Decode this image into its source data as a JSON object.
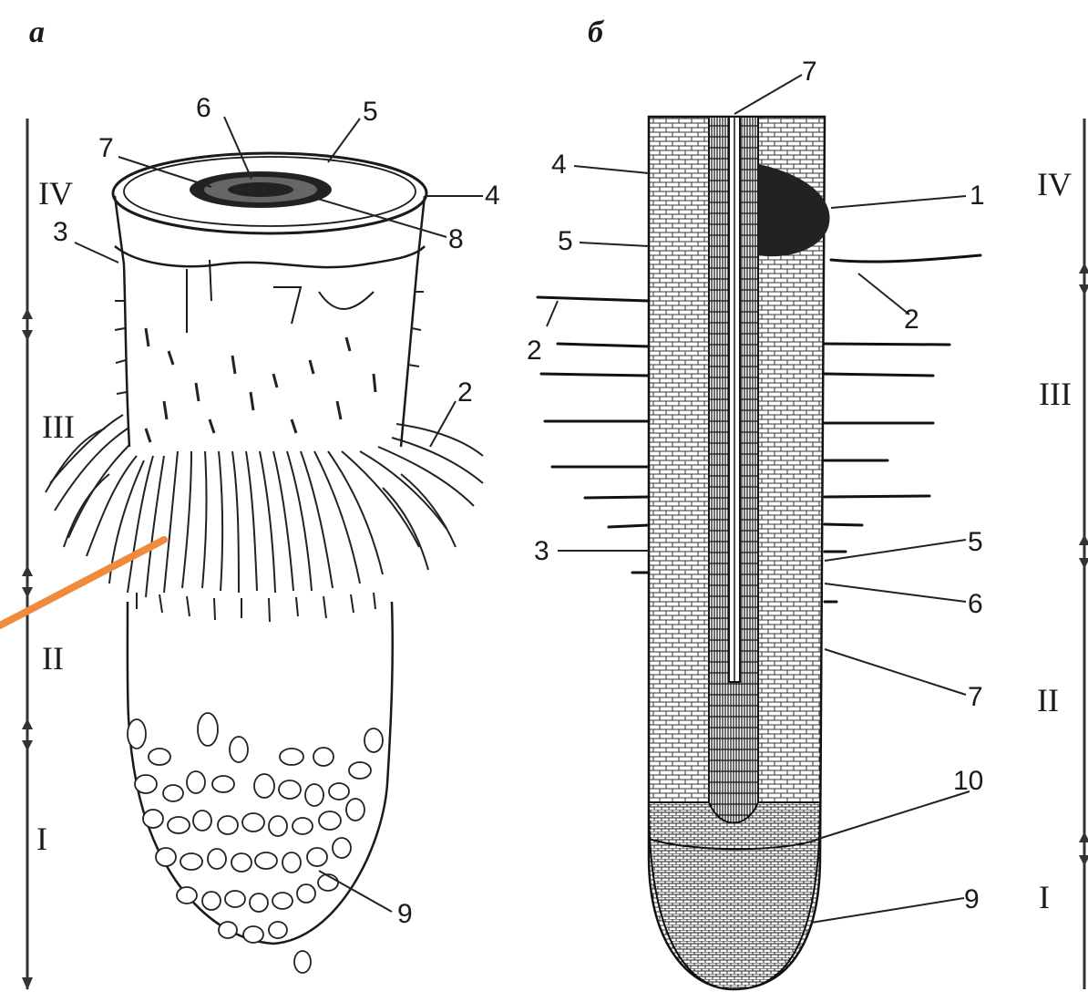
{
  "panels": {
    "a": {
      "letter": "a",
      "numbers": [
        "6",
        "5",
        "7",
        "4",
        "8",
        "3",
        "2",
        "9"
      ],
      "zones": [
        "IV",
        "III",
        "II",
        "I"
      ]
    },
    "b": {
      "letter": "б",
      "numbers": [
        "7",
        "4",
        "1",
        "5",
        "2",
        "2",
        "3",
        "5",
        "6",
        "7",
        "10",
        "9"
      ],
      "zones": [
        "IV",
        "III",
        "II",
        "I"
      ]
    }
  },
  "annotation": {
    "arrow_color": "#f08a3c"
  }
}
